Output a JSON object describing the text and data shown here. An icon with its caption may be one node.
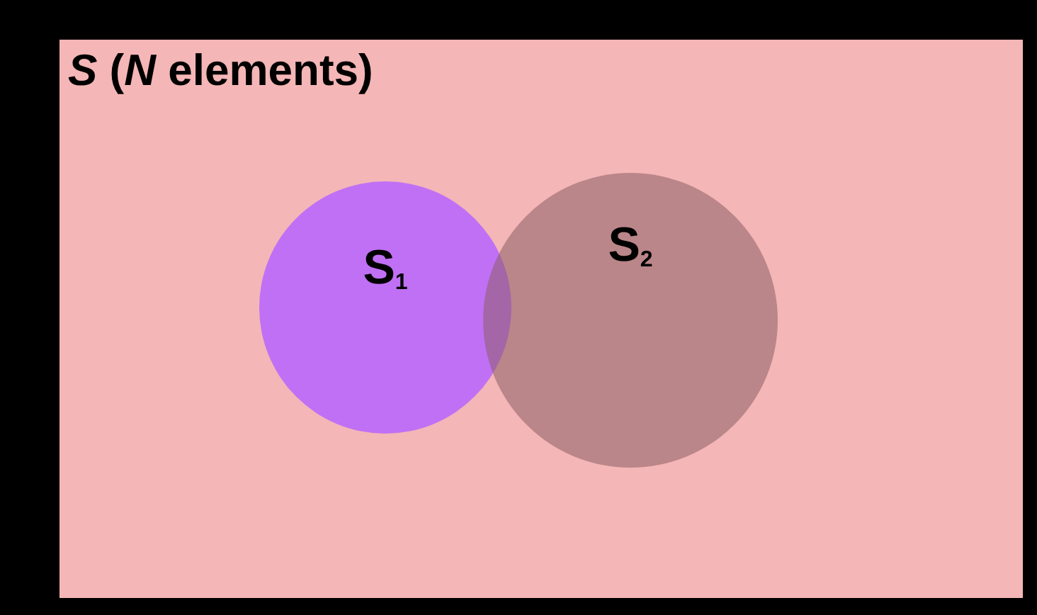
{
  "diagram": {
    "nodes": [
      {
        "text": [
          "*S* (*N* elements)"
        ]
      },
      {
        "text": [
          "S$_{1}$"
        ],
        "in": 0
      },
      {
        "text": [
          "S$_{2}$"
        ],
        "in": 0
      }
    ]
  }
}
